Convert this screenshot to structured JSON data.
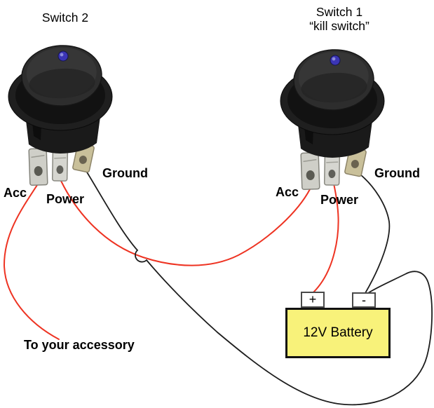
{
  "diagram": {
    "switch2": {
      "title": "Switch 2",
      "terminals": {
        "acc": "Acc",
        "power": "Power",
        "ground": "Ground"
      }
    },
    "switch1": {
      "title": "Switch 1",
      "subtitle": "“kill switch”",
      "terminals": {
        "acc": "Acc",
        "power": "Power",
        "ground": "Ground"
      }
    },
    "battery": {
      "label": "12V Battery",
      "positive_terminal": "+",
      "negative_terminal": "-"
    },
    "accessory_note": "To your accessory",
    "colors": {
      "wire_red": "#ee3322",
      "wire_black": "#1d1d1d",
      "battery_fill": "#f8f27a",
      "terminal_border": "#4a4a4a",
      "led_blue": "#3b35b5"
    }
  }
}
